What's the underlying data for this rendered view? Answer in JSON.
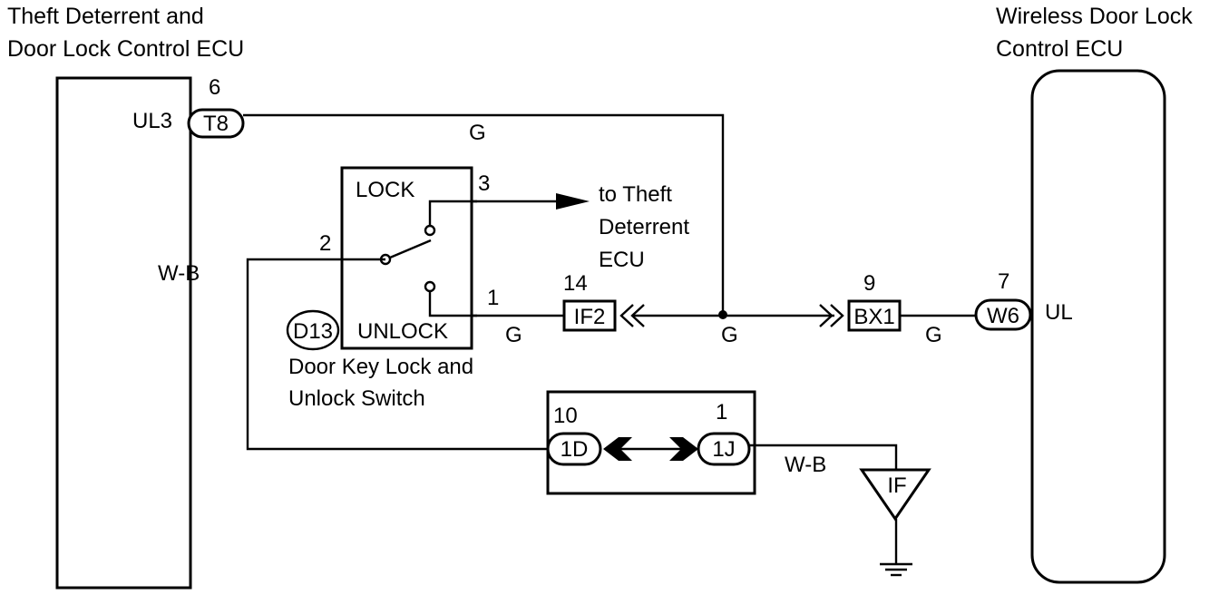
{
  "left_ecu": {
    "title_line1": "Theft Deterrent and",
    "title_line2": "Door Lock Control ECU",
    "pin_number": "6",
    "pin_name": "UL3",
    "connector": "T8",
    "side_wire": "W-B"
  },
  "right_ecu": {
    "title_line1": "Wireless Door Lock",
    "title_line2": "Control ECU",
    "pin_number": "7",
    "pin_name": "UL",
    "connector": "W6"
  },
  "wire_top": {
    "color": "G"
  },
  "switch": {
    "connector": "D13",
    "name_line1": "Door Key Lock and",
    "name_line2": "Unlock Switch",
    "lock_label": "LOCK",
    "unlock_label": "UNLOCK",
    "pin_lock": "3",
    "pin_common": "2",
    "pin_unlock": "1",
    "lock_dest_line1": "to Theft",
    "lock_dest_line2": "Deterrent",
    "lock_dest_line3": "ECU",
    "unlock_wire": "G"
  },
  "junction_if2": {
    "pin": "14",
    "name": "IF2",
    "wire_after": "G"
  },
  "junction_bx1": {
    "pin": "9",
    "name": "BX1",
    "wire_after": "G"
  },
  "junction_block": {
    "left_pin": "10",
    "left_name": "1D",
    "right_pin": "1",
    "right_name": "1J",
    "ground_wire": "W-B"
  },
  "ground": {
    "name": "IF"
  }
}
